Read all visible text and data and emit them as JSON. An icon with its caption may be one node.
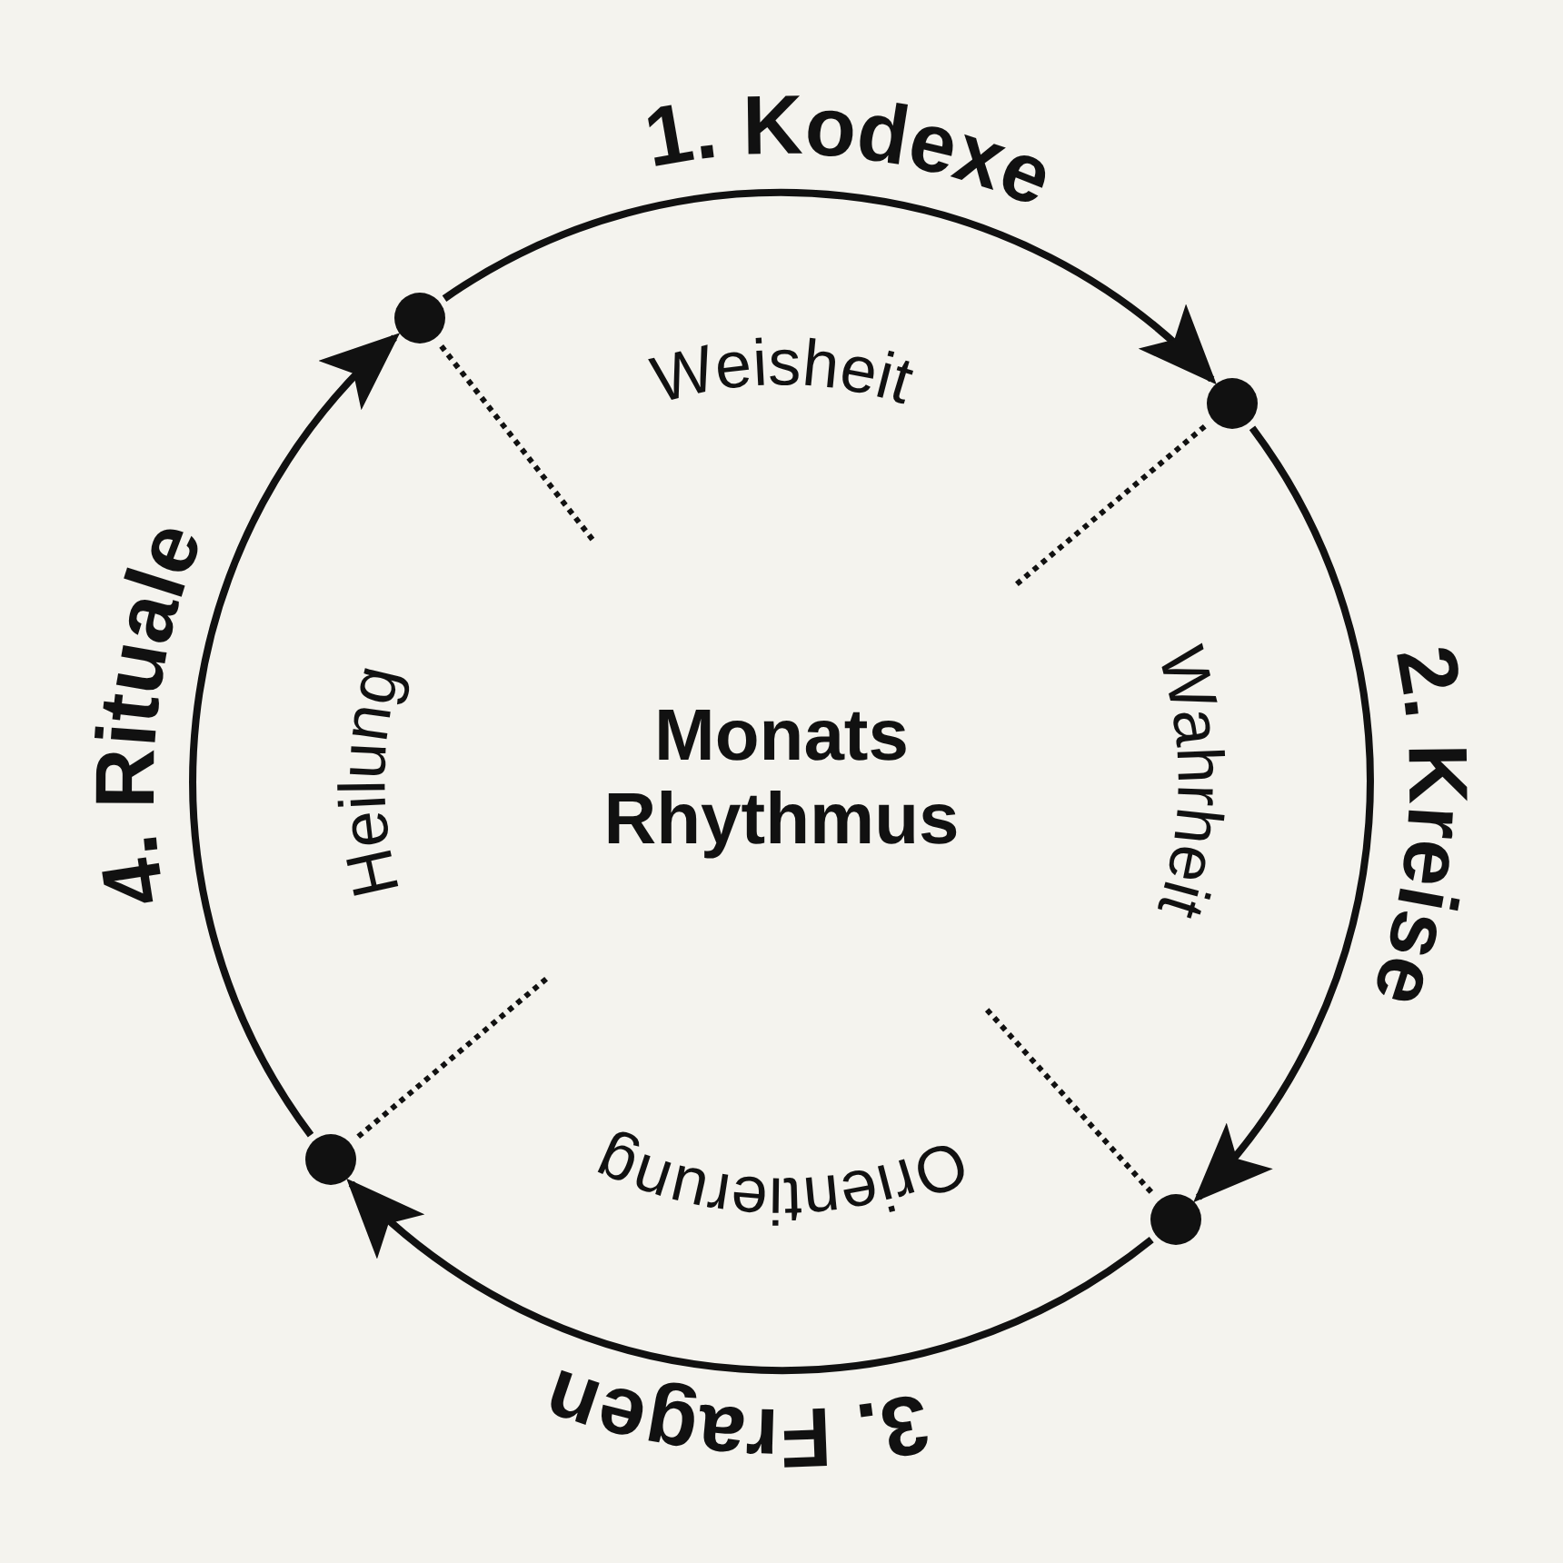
{
  "diagram": {
    "nodes": [
      {
        "text": [],
        "shape": "circle"
      },
      {
        "text": [],
        "shape": "circle"
      },
      {
        "text": [],
        "shape": "circle"
      },
      {
        "text": [],
        "shape": "circle"
      }
    ],
    "edges": [
      {
        "from": 1,
        "to": 3,
        "arrow": "to",
        "label": "1. Kodexe"
      },
      {
        "from": 3,
        "to": 2,
        "arrow": "to",
        "label": "2. Kreise"
      },
      {
        "from": 2,
        "to": 0,
        "arrow": "to",
        "label": "3. Fragen"
      },
      {
        "from": 0,
        "to": 1,
        "arrow": "to",
        "label": "4. Rituale"
      }
    ],
    "labels": [
      "Weisheit",
      "Heilung",
      "Monats Rhythmus",
      "Wahrheit",
      "Orientierung"
    ]
  }
}
